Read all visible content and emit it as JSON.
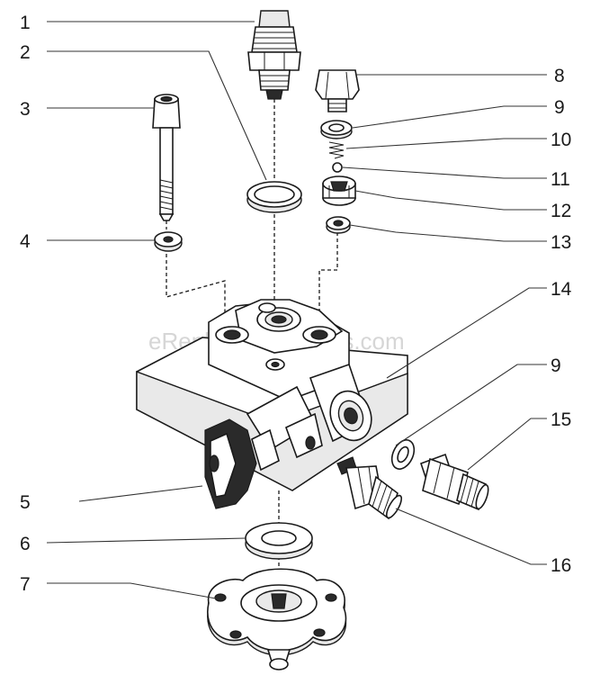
{
  "watermark": "eReplacementParts.com",
  "callouts": {
    "c1": "1",
    "c2": "2",
    "c3": "3",
    "c4": "4",
    "c5": "5",
    "c6": "6",
    "c7": "7",
    "c8": "8",
    "c9a": "9",
    "c10": "10",
    "c11": "11",
    "c12": "12",
    "c13": "13",
    "c14": "14",
    "c9b": "9",
    "c15": "15",
    "c16": "16"
  }
}
